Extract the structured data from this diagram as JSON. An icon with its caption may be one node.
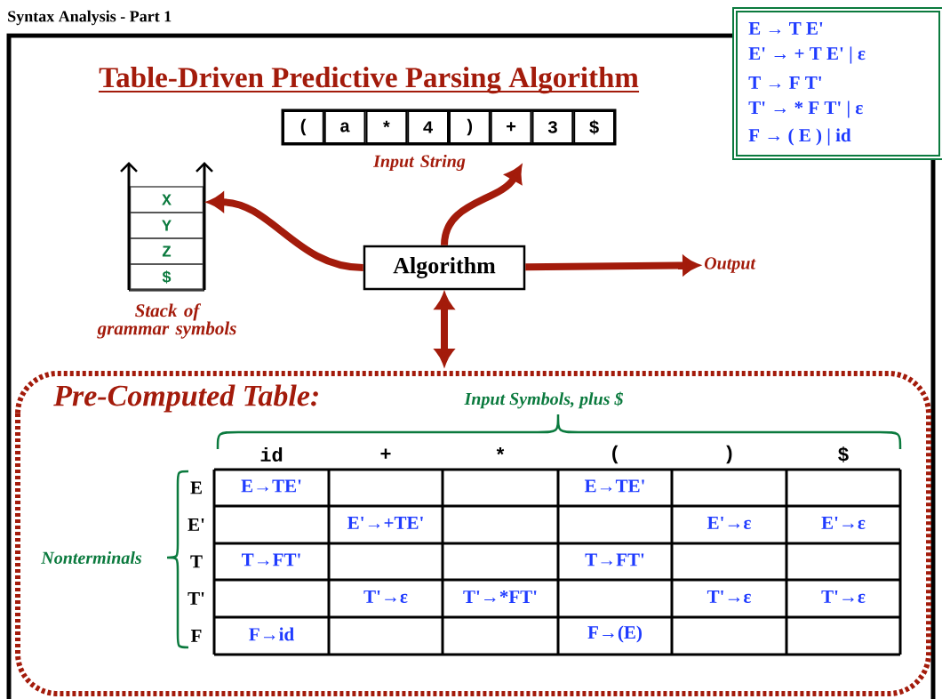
{
  "diagram": {
    "title": "Table-Driven Predictive Parsing Algorithm",
    "nodes": [
      {
        "text": [
          "Algorithm"
        ]
      },
      {
        "text": [
          "(",
          "a",
          "*",
          "4",
          ")",
          "+",
          "3",
          "$"
        ],
        "beside": [
          "Input String"
        ]
      },
      {
        "text": [
          "X",
          "Y",
          "Z",
          "$"
        ],
        "beside": [
          "Stack of grammar symbols"
        ]
      },
      {
        "text": [
          "Output"
        ]
      },
      {
        "text": [
          "Pre-Computed Table:"
        ]
      },
      {
        "text": [
          "E → T E'",
          "E' → + T E' | ε",
          "T → F T'",
          "T' → * F T' | ε",
          "F → ( E ) | id"
        ]
      }
    ],
    "edges": [
      {
        "from": 0,
        "to": 2,
        "arrow": "to"
      },
      {
        "from": 0,
        "to": 1,
        "arrow": "to"
      },
      {
        "from": 0,
        "to": 3,
        "arrow": "to"
      },
      {
        "from": 0,
        "to": 4,
        "arrow": "both"
      }
    ],
    "labels": [
      "Syntax Analysis - Part 1",
      "Input Symbols, plus $",
      "id",
      "+",
      "*",
      "(",
      ")",
      "$",
      "Nonterminals",
      "E",
      "E→TE'",
      "E→TE'",
      "E'",
      "E'→+TE'",
      "E'→ε",
      "E'→ε",
      "T",
      "T→FT'",
      "T→FT'",
      "T'",
      "T'→ε",
      "T'→*FT'",
      "T'→ε",
      "T'→ε",
      "F",
      "F→id",
      "F→(E)"
    ]
  }
}
